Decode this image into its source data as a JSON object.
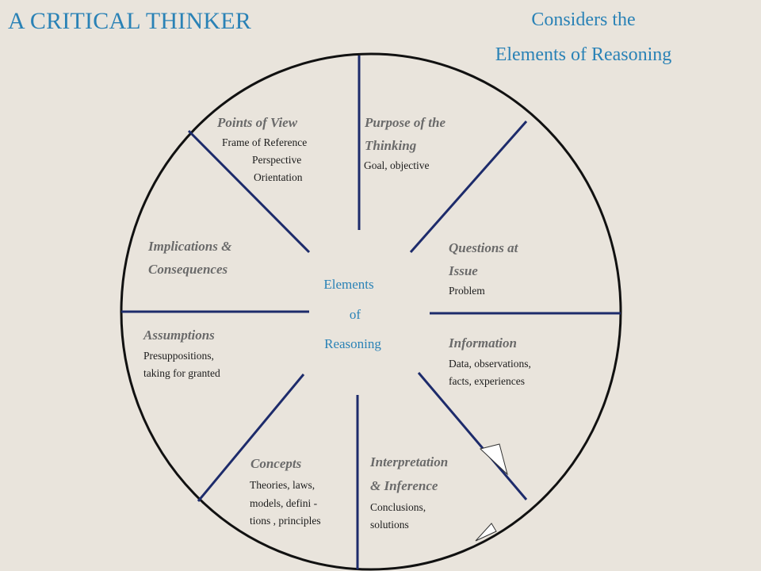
{
  "title": "A CRITICAL THINKER",
  "subtitle_line1": "Considers the",
  "subtitle_line2": "Elements of Reasoning",
  "center": {
    "line1": "Elements",
    "line2": "of",
    "line3": "Reasoning"
  },
  "colors": {
    "background": "#e9e4dc",
    "title": "#2a82b6",
    "spoke": "#1d2b6b",
    "circle": "#111111",
    "heading": "#6a6a6a"
  },
  "elements": {
    "points_of_view": {
      "heading": "Points of View",
      "detail1": "Frame of Reference",
      "detail2": "Perspective",
      "detail3": "Orientation"
    },
    "purpose": {
      "heading1": "Purpose of the",
      "heading2": "Thinking",
      "detail1": "Goal, objective"
    },
    "questions": {
      "heading1": "Questions at",
      "heading2": "Issue",
      "detail1": "Problem"
    },
    "information": {
      "heading": "Information",
      "detail1": "Data, observations,",
      "detail2": "facts, experiences"
    },
    "interpretation": {
      "heading1": "Interpretation",
      "heading2": "& Inference",
      "detail1": "Conclusions,",
      "detail2": "solutions"
    },
    "concepts": {
      "heading": "Concepts",
      "detail1": "Theories, laws,",
      "detail2": "models,  defini -",
      "detail3": "tions , principles"
    },
    "assumptions": {
      "heading": "Assumptions",
      "detail1": "Presuppositions,",
      "detail2": "taking for granted"
    },
    "implications": {
      "heading1": "Implications  &",
      "heading2": "Consequences"
    }
  }
}
